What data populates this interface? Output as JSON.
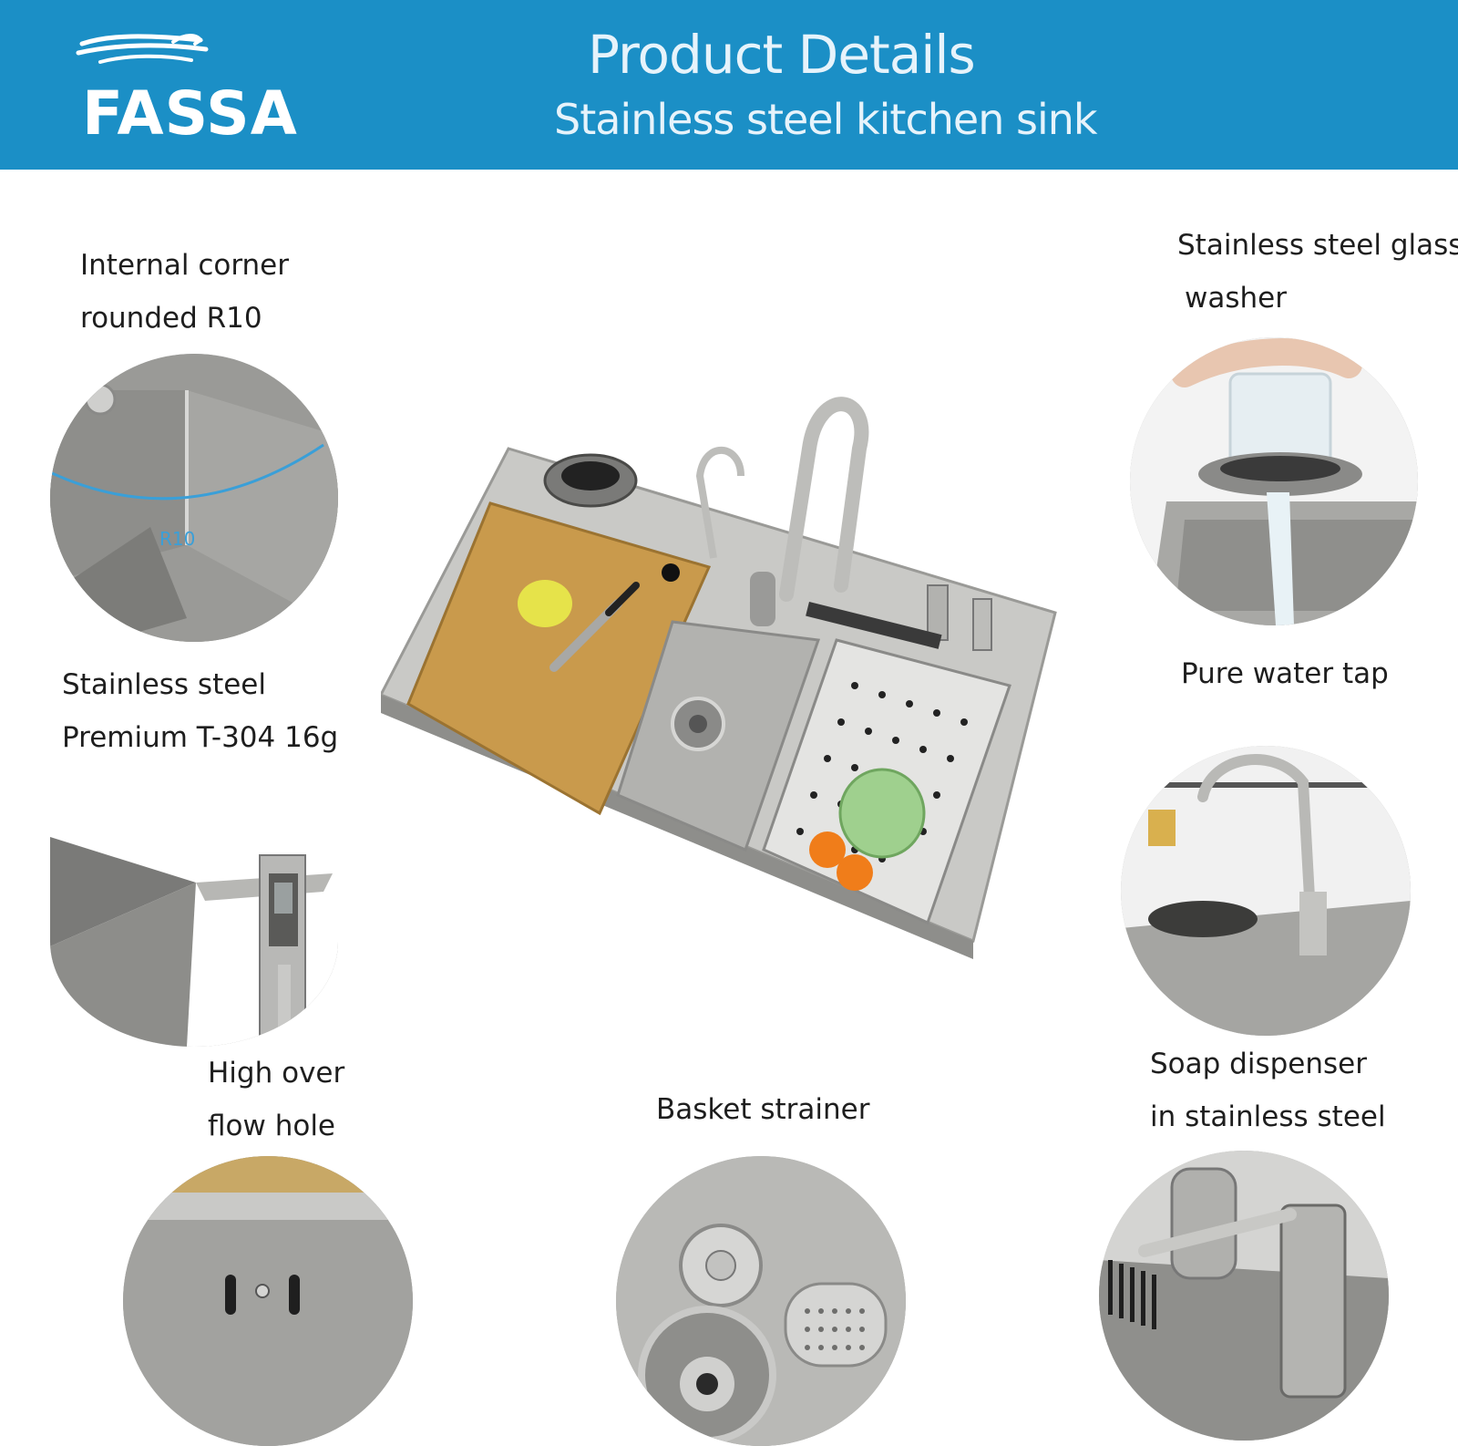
{
  "header": {
    "brand": "FASSA",
    "title": "Product Details",
    "subtitle": "Stainless steel kitchen sink",
    "background": "#1b8fc6"
  },
  "features": [
    {
      "id": "corner",
      "lines": [
        "Internal corner",
        "rounded R10"
      ],
      "image_mark": "R10"
    },
    {
      "id": "material",
      "lines": [
        "Stainless steel",
        "Premium T-304 16g"
      ]
    },
    {
      "id": "overflow",
      "lines": [
        "High over",
        "flow hole"
      ]
    },
    {
      "id": "strainer",
      "lines": [
        "Basket strainer"
      ]
    },
    {
      "id": "glass-washer",
      "lines": [
        "Stainless steel glass",
        "washer"
      ]
    },
    {
      "id": "water-tap",
      "lines": [
        "Pure water tap"
      ]
    },
    {
      "id": "soap",
      "lines": [
        "Soap dispenser",
        "in stainless steel"
      ]
    }
  ]
}
